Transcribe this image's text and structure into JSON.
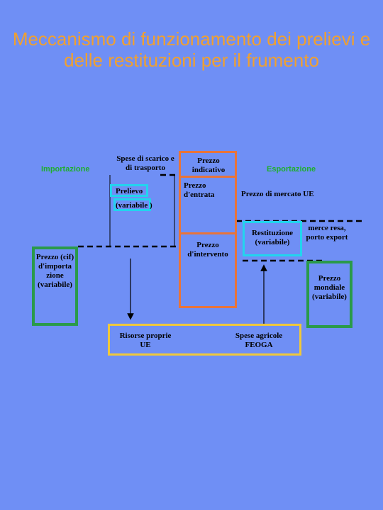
{
  "title": "Meccanismo di funzionamento dei prelievi e delle restituzioni per il frumento",
  "labels": {
    "importazione": "Importazione",
    "esportazione": "Esportazione",
    "spese_scarico": "Spese di scarico e di trasporto",
    "prezzo_indicativo": "Prezzo indicativo",
    "prezzo_entrata": "Prezzo d'entrata",
    "prezzo_mercato": "Prezzo di mercato UE",
    "prelievo": "Prelievo",
    "prelievo_variabile": "(variabile )",
    "restituzione": "Restituzione",
    "restituzione_variabile": "(variabile)",
    "merce_resa": "merce resa, porto export",
    "prezzo_intervento": "Prezzo d'intervento",
    "prezzo_cif": "Prezzo (cif) d'importa zione (variabile)",
    "prezzo_mondiale": "Prezzo mondiale (variabile)",
    "risorse_proprie": "Risorse proprie UE",
    "spese_agricole": "Spese agricole FEOGA"
  },
  "colors": {
    "background": "#6f8ff5",
    "title": "#f0a030",
    "orange_box": "#e8743a",
    "green_box": "#2a9a4a",
    "cyan_box": "#22d4ee",
    "yellow_box": "#f0c83a"
  }
}
